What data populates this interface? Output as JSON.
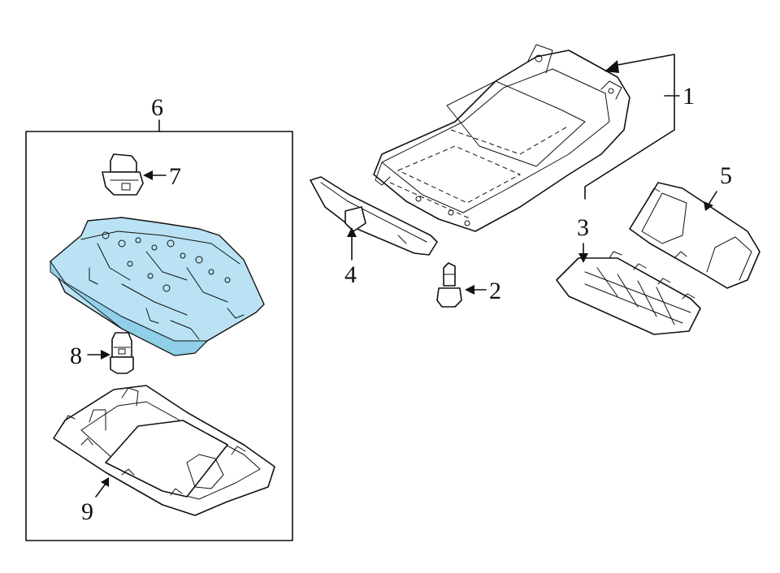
{
  "diagram": {
    "highlight_color": "#b9e3f4",
    "callouts": {
      "c1": "1",
      "c2": "2",
      "c3": "3",
      "c4": "4",
      "c5": "5",
      "c6": "6",
      "c7": "7",
      "c8": "8",
      "c9": "9"
    }
  }
}
